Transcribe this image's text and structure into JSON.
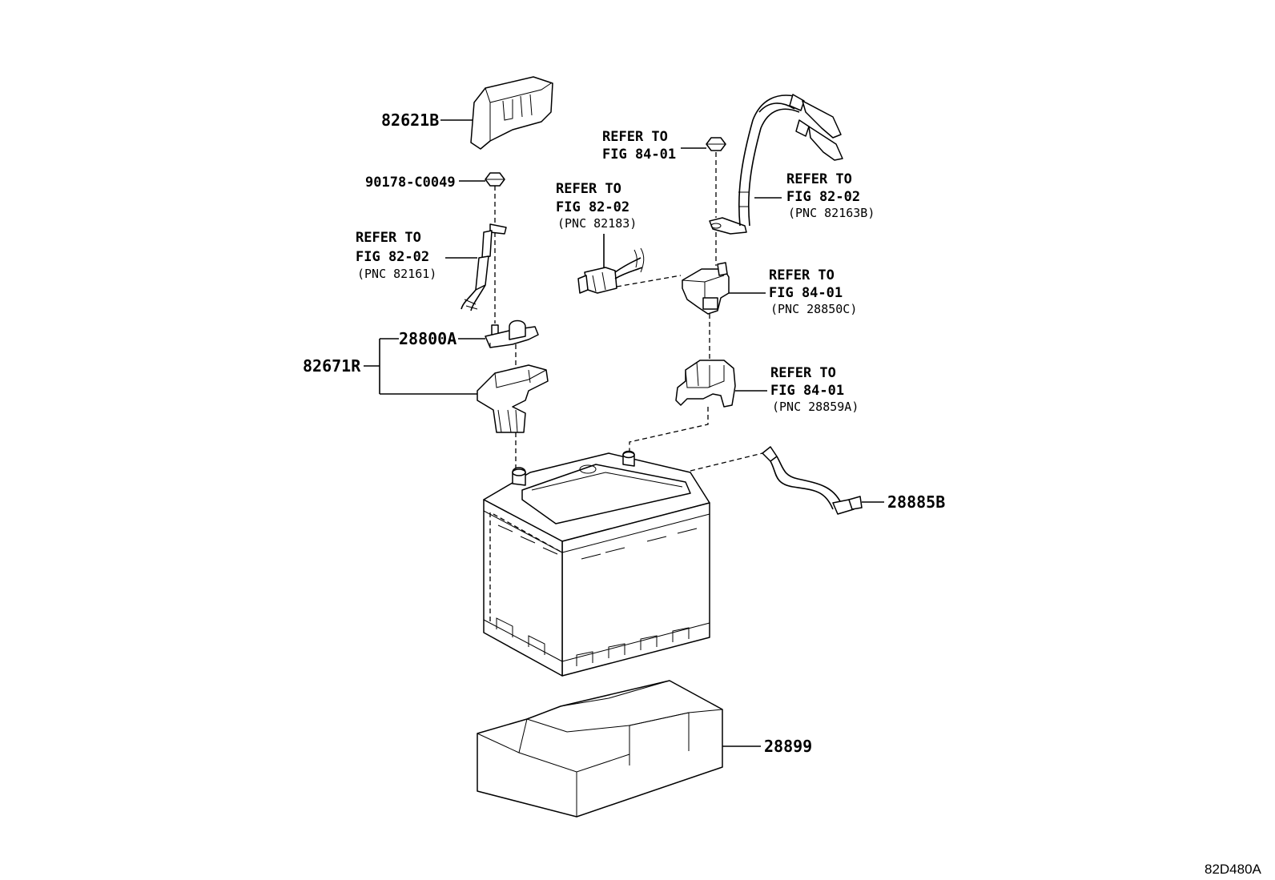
{
  "callouts": {
    "p82621B": "82621B",
    "p90178": "90178-C0049",
    "p28800A": "28800A",
    "p82671R": "82671R",
    "p28885B": "28885B",
    "p28899": "28899"
  },
  "refs": {
    "r_82161": {
      "l1": "REFER TO",
      "l2": "FIG 82-02",
      "l3": "(PNC 82161)"
    },
    "r_82183": {
      "l1": "REFER TO",
      "l2": "FIG 82-02",
      "l3": "(PNC 82183)"
    },
    "r_84top": {
      "l1": "REFER TO",
      "l2": "FIG 84-01"
    },
    "r_82163B": {
      "l1": "REFER TO",
      "l2": "FIG 82-02",
      "l3": "(PNC 82163B)"
    },
    "r_28850C": {
      "l1": "REFER TO",
      "l2": "FIG 84-01",
      "l3": "(PNC 28850C)"
    },
    "r_28859A": {
      "l1": "REFER TO",
      "l2": "FIG 84-01",
      "l3": "(PNC 28859A)"
    }
  },
  "catalog_id": "82D480A",
  "icons": [
    "terminal-cover",
    "nut",
    "negative-cable",
    "terminal-clamp",
    "terminal-bracket",
    "sensor-connector",
    "positive-cable",
    "fuse-block",
    "battery",
    "vent-hose",
    "battery-insulator"
  ]
}
